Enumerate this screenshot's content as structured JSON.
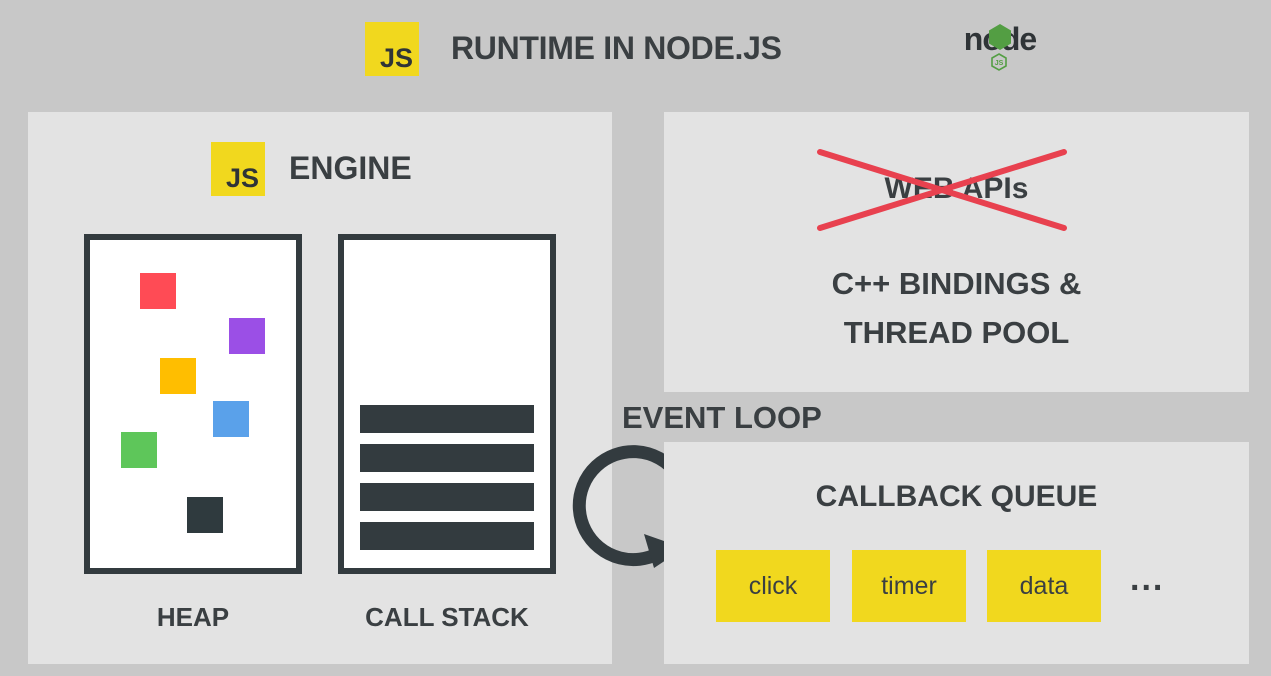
{
  "header": {
    "logo_text": "JS",
    "title": "RUNTIME IN NODE.JS",
    "node_logo_text": "node",
    "node_logo_badge": "JS"
  },
  "engine": {
    "logo_text": "JS",
    "title": "ENGINE",
    "heap_label": "HEAP",
    "call_stack_label": "CALL STACK",
    "heap_objects": [
      "#ff4b55",
      "#9b4fe6",
      "#ffbe00",
      "#5aa1ea",
      "#5ec65a",
      "#2f3a3e"
    ],
    "call_stack_frames": 4
  },
  "apis": {
    "crossed_title": "WEB APIs",
    "line1": "C++ BINDINGS &",
    "line2": "THREAD POOL"
  },
  "event_loop": {
    "label": "EVENT LOOP"
  },
  "callback_queue": {
    "title": "CALLBACK QUEUE",
    "items": [
      "click",
      "timer",
      "data"
    ],
    "more": "..."
  },
  "colors": {
    "background": "#c8c8c8",
    "panel": "#e3e3e3",
    "js_yellow": "#f1d81e",
    "dark": "#333b3f",
    "cross_red": "#e8414f",
    "node_green": "#539e43"
  }
}
